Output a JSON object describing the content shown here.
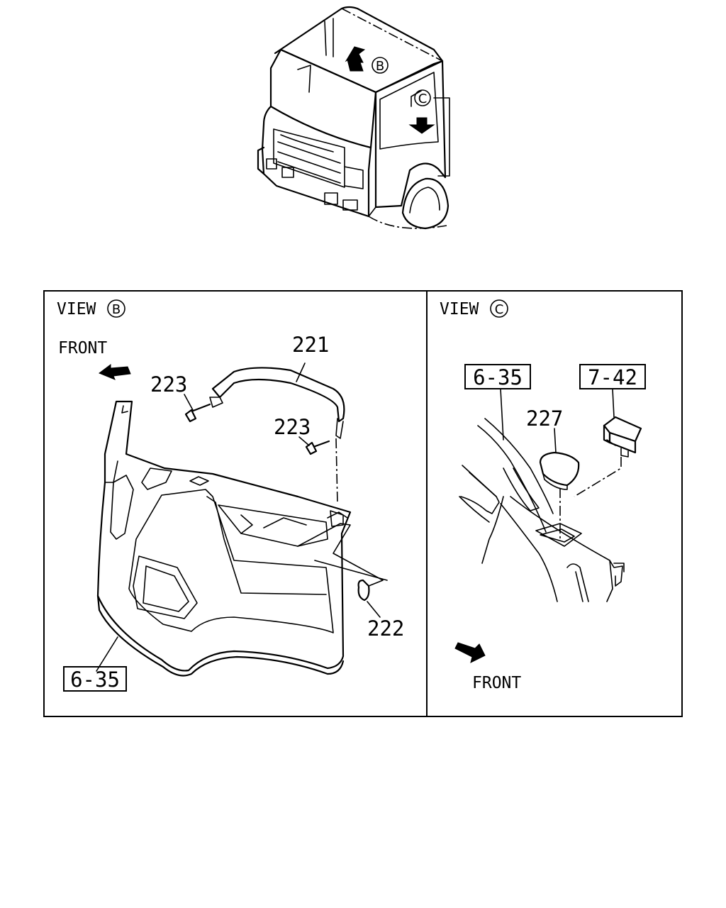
{
  "cab_markers": {
    "b": "B",
    "c": "C"
  },
  "view_b": {
    "title": "VIEW",
    "marker": "B",
    "front_label": "FRONT",
    "callouts": {
      "p221": "221",
      "p223a": "223",
      "p223b": "223",
      "p222": "222"
    },
    "ref_box": "6-35"
  },
  "view_c": {
    "title": "VIEW",
    "marker": "C",
    "front_label": "FRONT",
    "callouts": {
      "p227": "227"
    },
    "ref_box_a": "6-35",
    "ref_box_b": "7-42"
  }
}
